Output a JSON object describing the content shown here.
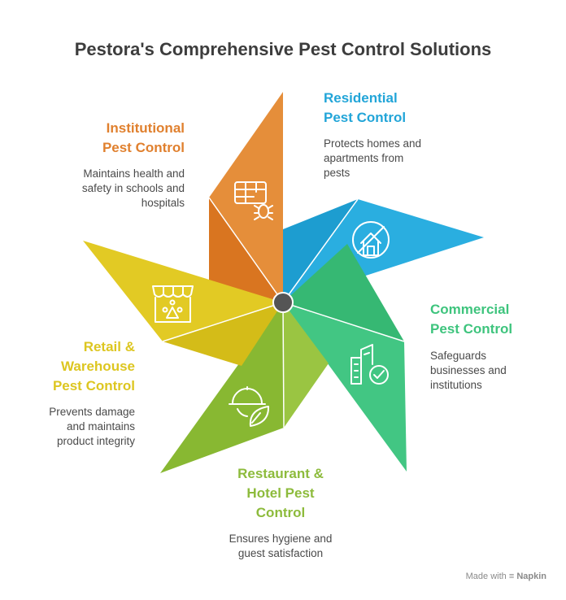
{
  "title": "Pestora's Comprehensive Pest Control Solutions",
  "sections": {
    "institutional": {
      "heading_1": "Institutional",
      "heading_2": "Pest Control",
      "desc_1": "Maintains health and",
      "desc_2": "safety in schools and",
      "desc_3": "hospitals",
      "color": "#e0802e",
      "icon": "grid-bug-icon"
    },
    "residential": {
      "heading_1": "Residential",
      "heading_2": "Pest Control",
      "desc_1": "Protects homes and",
      "desc_2": "apartments from",
      "desc_3": "pests",
      "color": "#22a5d8",
      "icon": "house-no-pest-icon"
    },
    "commercial": {
      "heading_1": "Commercial",
      "heading_2": "Pest Control",
      "desc_1": "Safeguards",
      "desc_2": "businesses and",
      "desc_3": "institutions",
      "color": "#3ec47d",
      "icon": "building-check-icon"
    },
    "restaurant": {
      "heading_1": "Restaurant &",
      "heading_2": "Hotel Pest",
      "heading_3": "Control",
      "desc_1": "Ensures hygiene and",
      "desc_2": "guest satisfaction",
      "color": "#8dbb3c",
      "icon": "cloche-leaf-icon"
    },
    "retail": {
      "heading_1": "Retail &",
      "heading_2": "Warehouse",
      "heading_3": "Pest Control",
      "desc_1": "Prevents damage",
      "desc_2": "and maintains",
      "desc_3": "product integrity",
      "color": "#ddc620",
      "icon": "storefront-icon"
    }
  },
  "center_color": "#555555",
  "footer": {
    "made_with": "Made with",
    "brand": "Napkin"
  }
}
